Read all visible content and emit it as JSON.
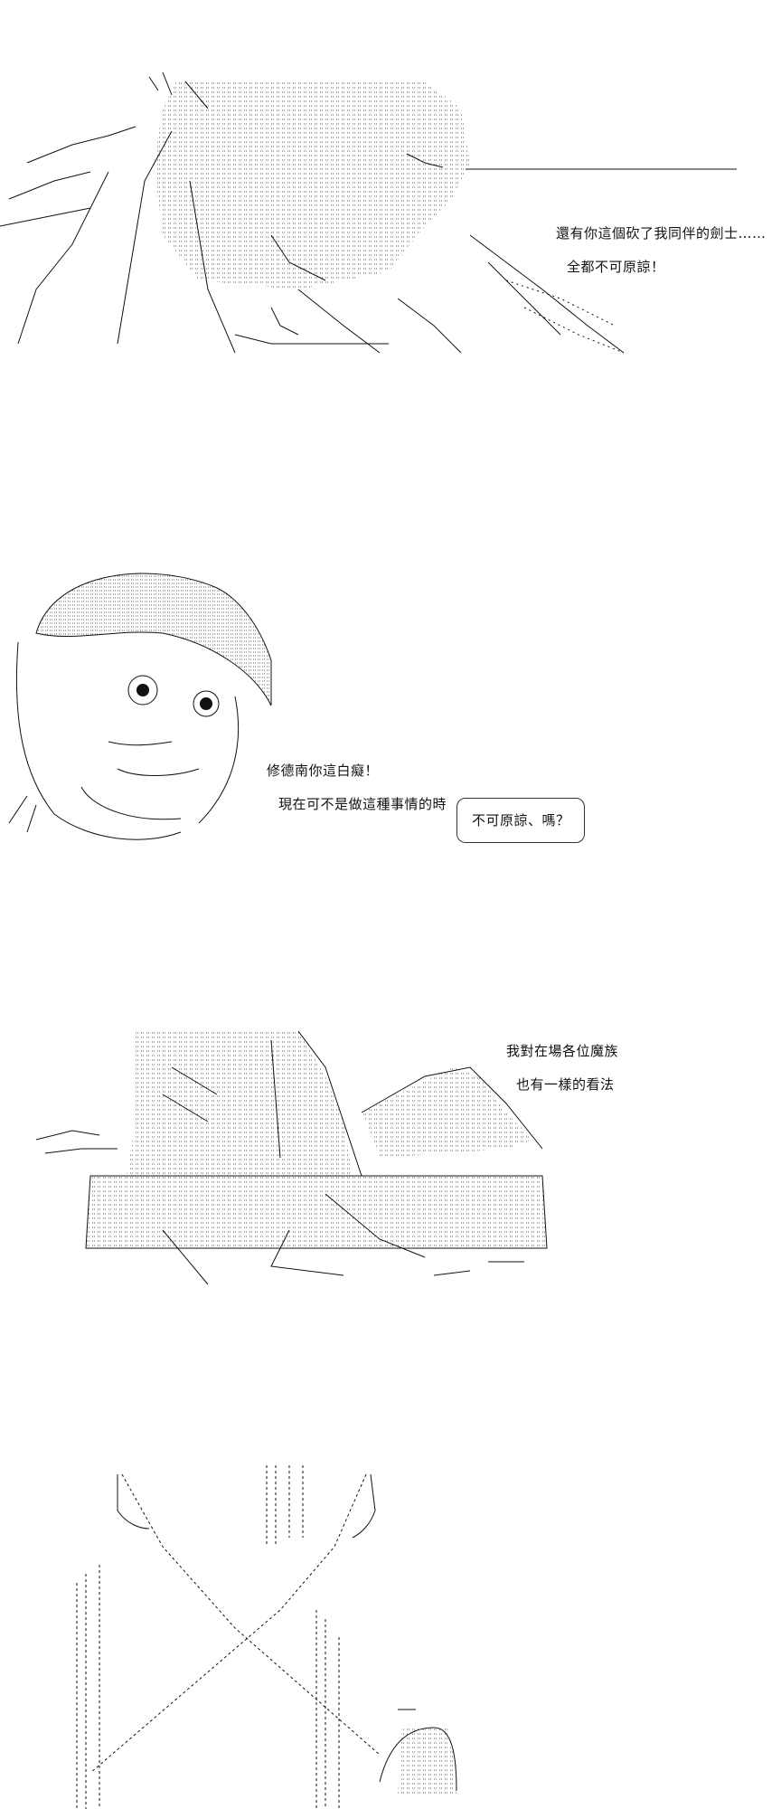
{
  "panels": [
    {
      "lines": [
        "還有你這個砍了我同伴的劍士……",
        "全都不可原諒！"
      ]
    },
    {
      "lines": [
        "修德南你這白癡！",
        "現在可不是做這種事情的時"
      ],
      "bubble": "不可原諒、嗎？"
    },
    {
      "lines": [
        "我對在場各位魔族",
        "也有一樣的看法"
      ]
    },
    {
      "lines": []
    }
  ],
  "colors": {
    "ink": "#111111",
    "hatch": "#555555",
    "background": "#ffffff"
  }
}
